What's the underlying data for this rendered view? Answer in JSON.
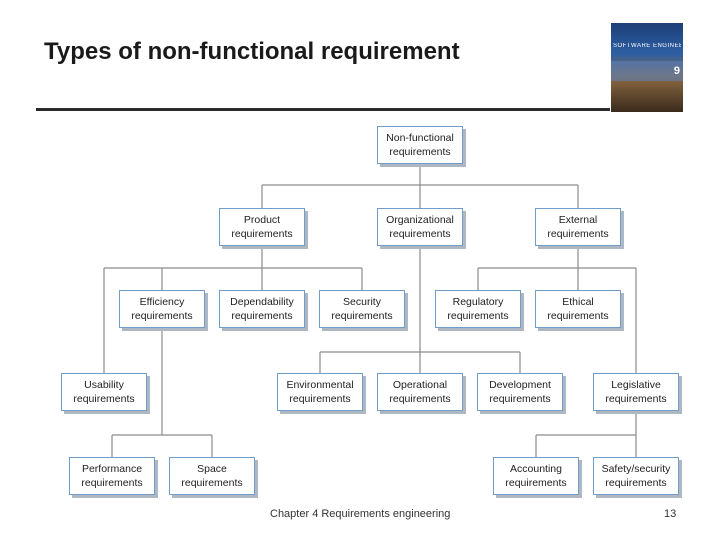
{
  "slide": {
    "title": "Types of non-functional requirement",
    "footer": "Chapter 4 Requirements engineering",
    "page_number": "13"
  },
  "book_cover": {
    "text": "SOFTWARE ENGINEERING",
    "edition": "9"
  },
  "diagram": {
    "nodes": {
      "nonfunctional": [
        "Non-functional",
        "requirements"
      ],
      "product": [
        "Product",
        "requirements"
      ],
      "organizational": [
        "Organizational",
        "requirements"
      ],
      "external": [
        "External",
        "requirements"
      ],
      "efficiency": [
        "Efficiency",
        "requirements"
      ],
      "dependability": [
        "Dependability",
        "requirements"
      ],
      "security": [
        "Security",
        "requirements"
      ],
      "regulatory": [
        "Regulatory",
        "requirements"
      ],
      "ethical": [
        "Ethical",
        "requirements"
      ],
      "usability": [
        "Usability",
        "requirements"
      ],
      "environmental": [
        "Environmental",
        "requirements"
      ],
      "operational": [
        "Operational",
        "requirements"
      ],
      "development": [
        "Development",
        "requirements"
      ],
      "legislative": [
        "Legislative",
        "requirements"
      ],
      "performance": [
        "Performance",
        "requirements"
      ],
      "space": [
        "Space",
        "requirements"
      ],
      "accounting": [
        "Accounting",
        "requirements"
      ],
      "safety": [
        "Safety/security",
        "requirements"
      ]
    }
  }
}
